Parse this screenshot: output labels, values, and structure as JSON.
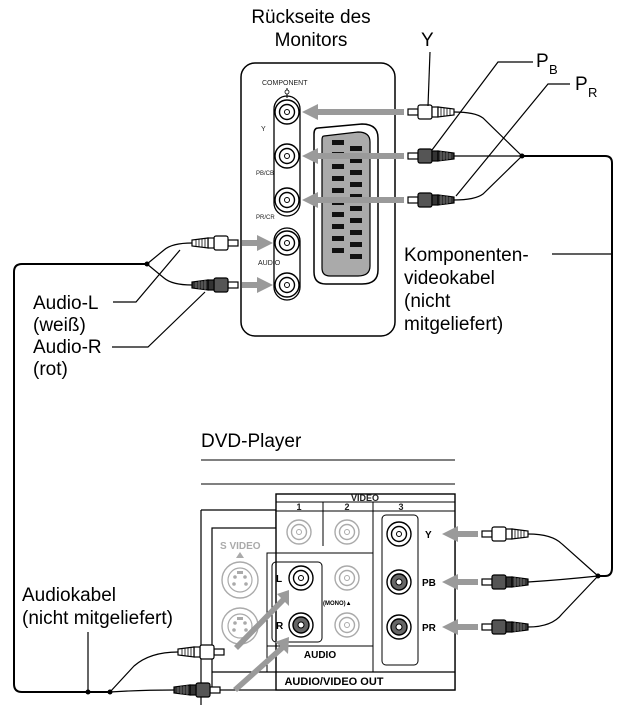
{
  "labels": {
    "monitor_back_line1": "Rückseite des",
    "monitor_back_line2": "Monitors",
    "y": "Y",
    "pb_main": "P",
    "pb_sub": "B",
    "pr_main": "P",
    "pr_sub": "R",
    "component_cable_line1": "Komponenten-",
    "component_cable_line2": "videokabel",
    "component_cable_line3": "(nicht",
    "component_cable_line4": "mitgeliefert)",
    "audio_l_line1": "Audio-L",
    "audio_l_line2": "(weiß)",
    "audio_r_line1": "Audio-R",
    "audio_r_line2": "(rot)",
    "dvd_player": "DVD-Player",
    "audio_cable_line1": "Audiokabel",
    "audio_cable_line2": "(nicht mitgeliefert)"
  },
  "monitor_panel": {
    "component": "COMPONENT",
    "y": "Y",
    "pb_cb": "PB/CB",
    "pr_cr": "PR/CR",
    "audio": "AUDIO"
  },
  "dvd_panel": {
    "video": "VIDEO",
    "col1": "1",
    "col2": "2",
    "col3": "3",
    "s_video": "S VIDEO",
    "l": "L",
    "r": "R",
    "mono": "(MONO)▲",
    "audio": "AUDIO",
    "audio_video_out": "AUDIO/VIDEO OUT",
    "y": "Y",
    "pb": "PB",
    "pr": "PR"
  }
}
